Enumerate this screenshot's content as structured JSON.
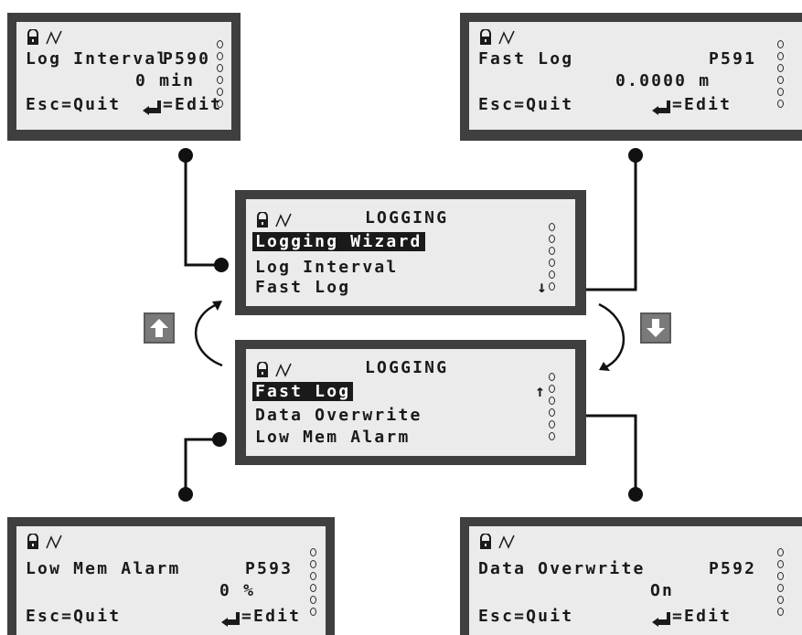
{
  "menu_top": {
    "title": "LOGGING",
    "items": [
      "Logging Wizard",
      "Log Interval",
      "Fast Log"
    ],
    "scroll_indicator": "↓"
  },
  "menu_bottom": {
    "title": "LOGGING",
    "items": [
      "Fast Log",
      "Data Overwrite",
      "Low Mem Alarm"
    ],
    "scroll_indicator": "↑"
  },
  "param_log_interval": {
    "name": "Log Interval",
    "code": "P590",
    "value": "0 min",
    "quit": "Esc=Quit",
    "edit": "=Edit"
  },
  "param_fast_log": {
    "name": "Fast Log",
    "code": "P591",
    "value": "0.0000 m",
    "quit": "Esc=Quit",
    "edit": "=Edit"
  },
  "param_low_mem_alarm": {
    "name": "Low Mem Alarm",
    "code": "P593",
    "value": "0 %",
    "quit": "Esc=Quit",
    "edit": "=Edit"
  },
  "param_data_overwrite": {
    "name": "Data Overwrite",
    "code": "P592",
    "value": "On",
    "quit": "Esc=Quit",
    "edit": "=Edit"
  },
  "icons": [
    "lock-icon",
    "waveform-icon",
    "enter-key-icon",
    "up-arrow-button",
    "down-arrow-button"
  ],
  "colors": {
    "bezel": "#3f3f3f",
    "screen": "#ebebeb",
    "text": "#1a1a1a",
    "button": "#7a7a7a"
  }
}
